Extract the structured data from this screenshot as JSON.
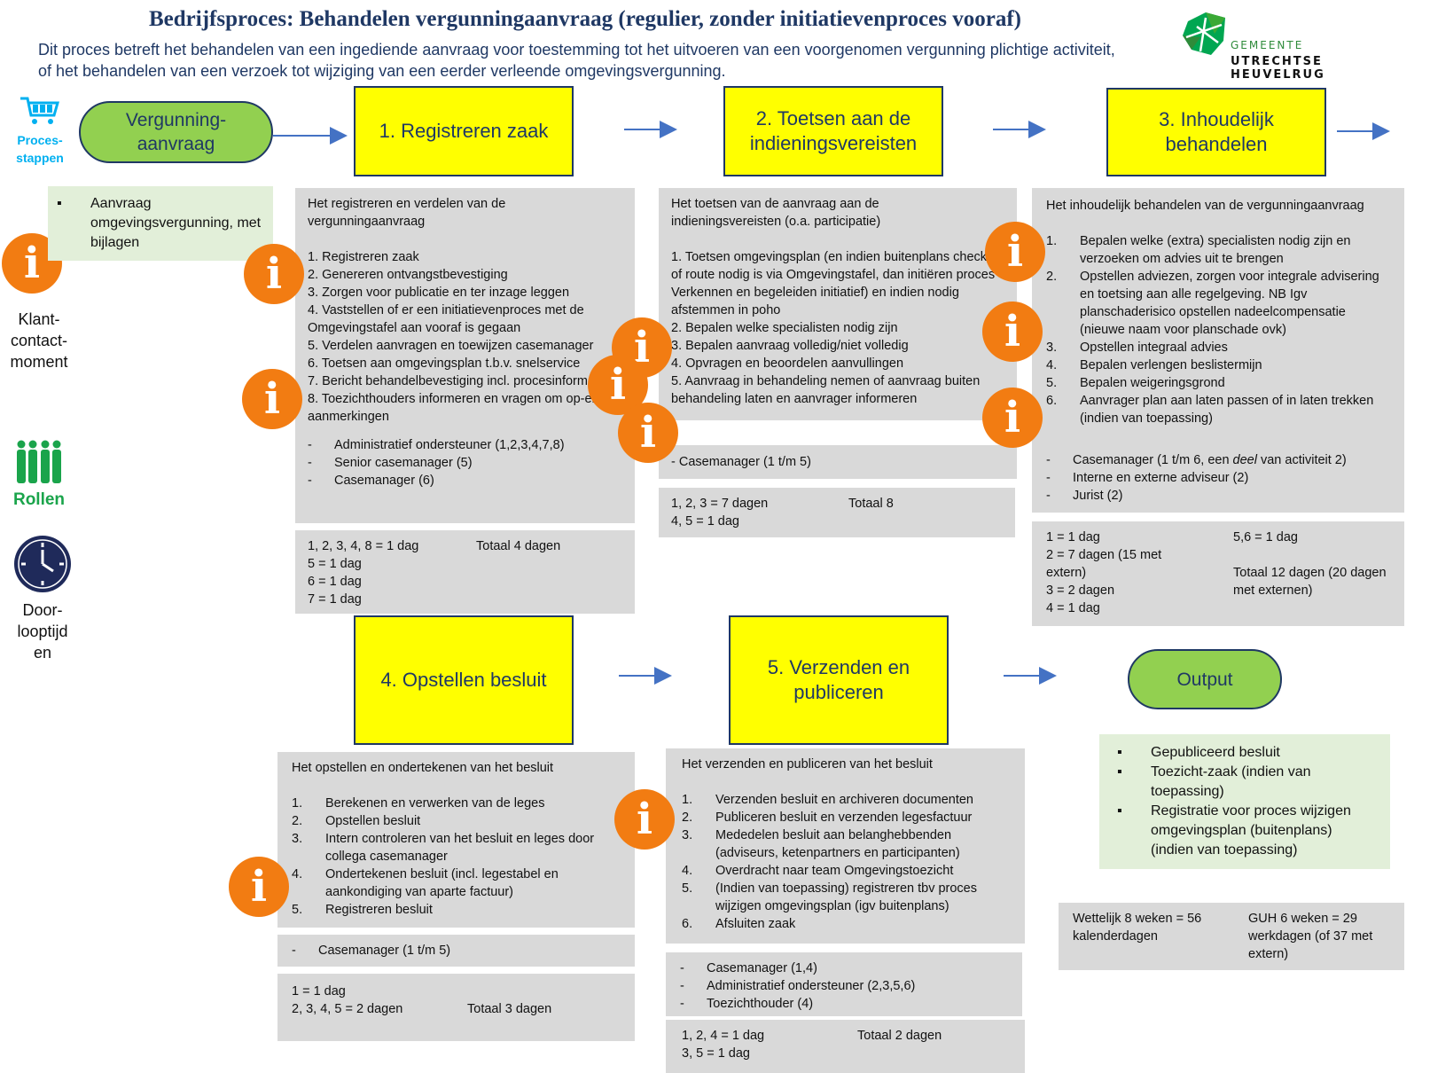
{
  "header": {
    "title": "Bedrijfsproces: Behandelen vergunningaanvraag (regulier, zonder initiatievenproces vooraf)",
    "subtitle_lines": [
      "Dit proces betreft het behandelen van een ingediende aanvraag voor toestemming tot het uitvoeren van een voorgenomen vergunning plichtige activiteit,",
      "of het behandelen van een verzoek tot wijziging van een eerder verleende omgevingsvergunning."
    ]
  },
  "logo": {
    "line1": "GEMEENTE",
    "line2": "UTRECHTSE HEUVELRUG",
    "colors": [
      "#00a651",
      "#3aa935",
      "#111111"
    ]
  },
  "sidebar": {
    "processtappen": [
      "Proces-",
      "stappen"
    ],
    "klantcontact": [
      "Klant-",
      "contact-",
      "moment"
    ],
    "rollen": "Rollen",
    "doorlooptijd": [
      "Door-",
      "looptijd",
      "en"
    ]
  },
  "input": {
    "pill": [
      "Vergunning-",
      "aanvraag"
    ],
    "bullets": [
      "Aanvraag omgevingsvergunning, met bijlagen"
    ]
  },
  "steps": [
    {
      "title": "1. Registreren zaak",
      "description": [
        "Het registreren en verdelen van de",
        "vergunningaanvraag"
      ],
      "activities": [
        "1. Registreren zaak",
        "2. Genereren ontvangstbevestiging",
        "3. Zorgen voor publicatie en ter inzage leggen",
        "4. Vaststellen of er een initiatievenproces met de Omgevingstafel aan vooraf is gegaan",
        "5. Verdelen aanvragen en toewijzen casemanager",
        "6. Toetsen aan omgevingsplan t.b.v. snelservice",
        "7. Bericht behandelbevestiging incl. procesinformatie",
        "8. Toezichthouders informeren en vragen om op-en aanmerkingen"
      ],
      "roles": [
        "Administratief ondersteuner (1,2,3,4,7,8)",
        "Senior casemanager (5)",
        "Casemanager (6)"
      ],
      "time": {
        "lines": [
          "1, 2, 3, 4, 8 = 1 dag",
          "5 = 1 dag",
          "6 = 1 dag",
          "7 = 1 dag"
        ],
        "total": "Totaal 4 dagen"
      }
    },
    {
      "title": "2. Toetsen aan de indieningsvereisten",
      "description": [
        "Het toetsen van de aanvraag aan de",
        "indieningsvereisten (o.a. participatie)"
      ],
      "activities": [
        "1. Toetsen omgevingsplan (en indien buitenplans checken of route nodig is via Omgevingstafel, dan initiëren proces Verkennen en begeleiden initiatief) en indien nodig afstemmen in poho",
        "2. Bepalen welke specialisten nodig zijn",
        "3. Bepalen aanvraag volledig/niet volledig",
        "4. Opvragen en beoordelen aanvullingen",
        "5. Aanvraag in behandeling nemen of aanvraag buiten behandeling laten en aanvrager informeren"
      ],
      "roles": [
        "- Casemanager (1 t/m 5)"
      ],
      "time": {
        "lines": [
          "1, 2, 3 = 7 dagen",
          "4, 5 = 1 dag"
        ],
        "total": "Totaal 8"
      }
    },
    {
      "title": "3. Inhoudelijk behandelen",
      "description": [
        "Het inhoudelijk behandelen van de vergunningaanvraag"
      ],
      "activities": [
        "Bepalen welke (extra) specialisten nodig zijn en verzoeken om advies uit te brengen",
        "Opstellen adviezen, zorgen voor integrale advisering en toetsing aan alle regelgeving. NB Igv planschaderisico opstellen nadeelcompensatie (nieuwe naam voor planschade ovk)",
        "Opstellen integraal advies",
        "Bepalen verlengen beslistermijn",
        "Bepalen weigeringsgrond",
        "Aanvrager plan aan laten passen of in laten trekken (indien van toepassing)"
      ],
      "roles": [
        "Casemanager (1 t/m 6, een ",
        "deel",
        " van activiteit 2)",
        "Interne en externe adviseur (2)",
        "Jurist (2)"
      ],
      "time": {
        "left": [
          "1 = 1 dag",
          "2 = 7 dagen (15 met",
          "extern)",
          "3 = 2 dagen",
          "4 = 1 dag"
        ],
        "right": [
          "5,6 =  1 dag",
          "",
          "Totaal 12 dagen (20 dagen",
          "met externen)"
        ]
      }
    },
    {
      "title": "4. Opstellen besluit",
      "description": [
        "Het opstellen en ondertekenen van het besluit"
      ],
      "activities": [
        "Berekenen en verwerken van de leges",
        "Opstellen besluit",
        "Intern controleren van het besluit en leges door collega casemanager",
        "Ondertekenen besluit (incl. legestabel en aankondiging van aparte factuur)",
        "Registreren besluit"
      ],
      "roles": [
        "Casemanager (1 t/m 5)"
      ],
      "time": {
        "lines": [
          "1 = 1 dag",
          "2, 3, 4, 5 = 2 dagen"
        ],
        "total": "Totaal 3 dagen"
      }
    },
    {
      "title": "5. Verzenden en publiceren",
      "description": [
        "Het verzenden en publiceren van het besluit"
      ],
      "activities": [
        "Verzenden besluit en archiveren documenten",
        "Publiceren besluit en verzenden legesfactuur",
        "Mededelen besluit aan belanghebbenden (adviseurs, ketenpartners en participanten)",
        "Overdracht naar team Omgevingstoezicht",
        "(Indien van toepassing) registreren tbv proces wijzigen omgevingsplan (igv buitenplans)",
        "Afsluiten zaak"
      ],
      "roles": [
        "Casemanager (1,4)",
        "Administratief ondersteuner (2,3,5,6)",
        "Toezichthouder (4)"
      ],
      "time": {
        "lines": [
          "1, 2, 4 = 1 dag",
          "3, 5 = 1 dag"
        ],
        "total": "Totaal 2 dagen"
      }
    }
  ],
  "output": {
    "pill": "Output",
    "bullets": [
      "Gepubliceerd besluit",
      "Toezicht-zaak (indien van toepassing)",
      "Registratie voor proces wijzigen omgevingsplan (buitenplans) (indien van toepassing)"
    ],
    "legal_left": [
      "Wettelijk 8 weken = 56",
      "kalenderdagen"
    ],
    "legal_right": [
      "GUH 6 weken = 29",
      "werkdagen (of 37 met",
      "extern)"
    ]
  },
  "info_glyph": "i",
  "colors": {
    "yellow": "#ffff00",
    "navy": "#1f3864",
    "green_pill": "#92d050",
    "green_box": "#e2efd9",
    "grey": "#d9d9d9",
    "orange": "#f27c12",
    "arrow": "#4472c4"
  }
}
